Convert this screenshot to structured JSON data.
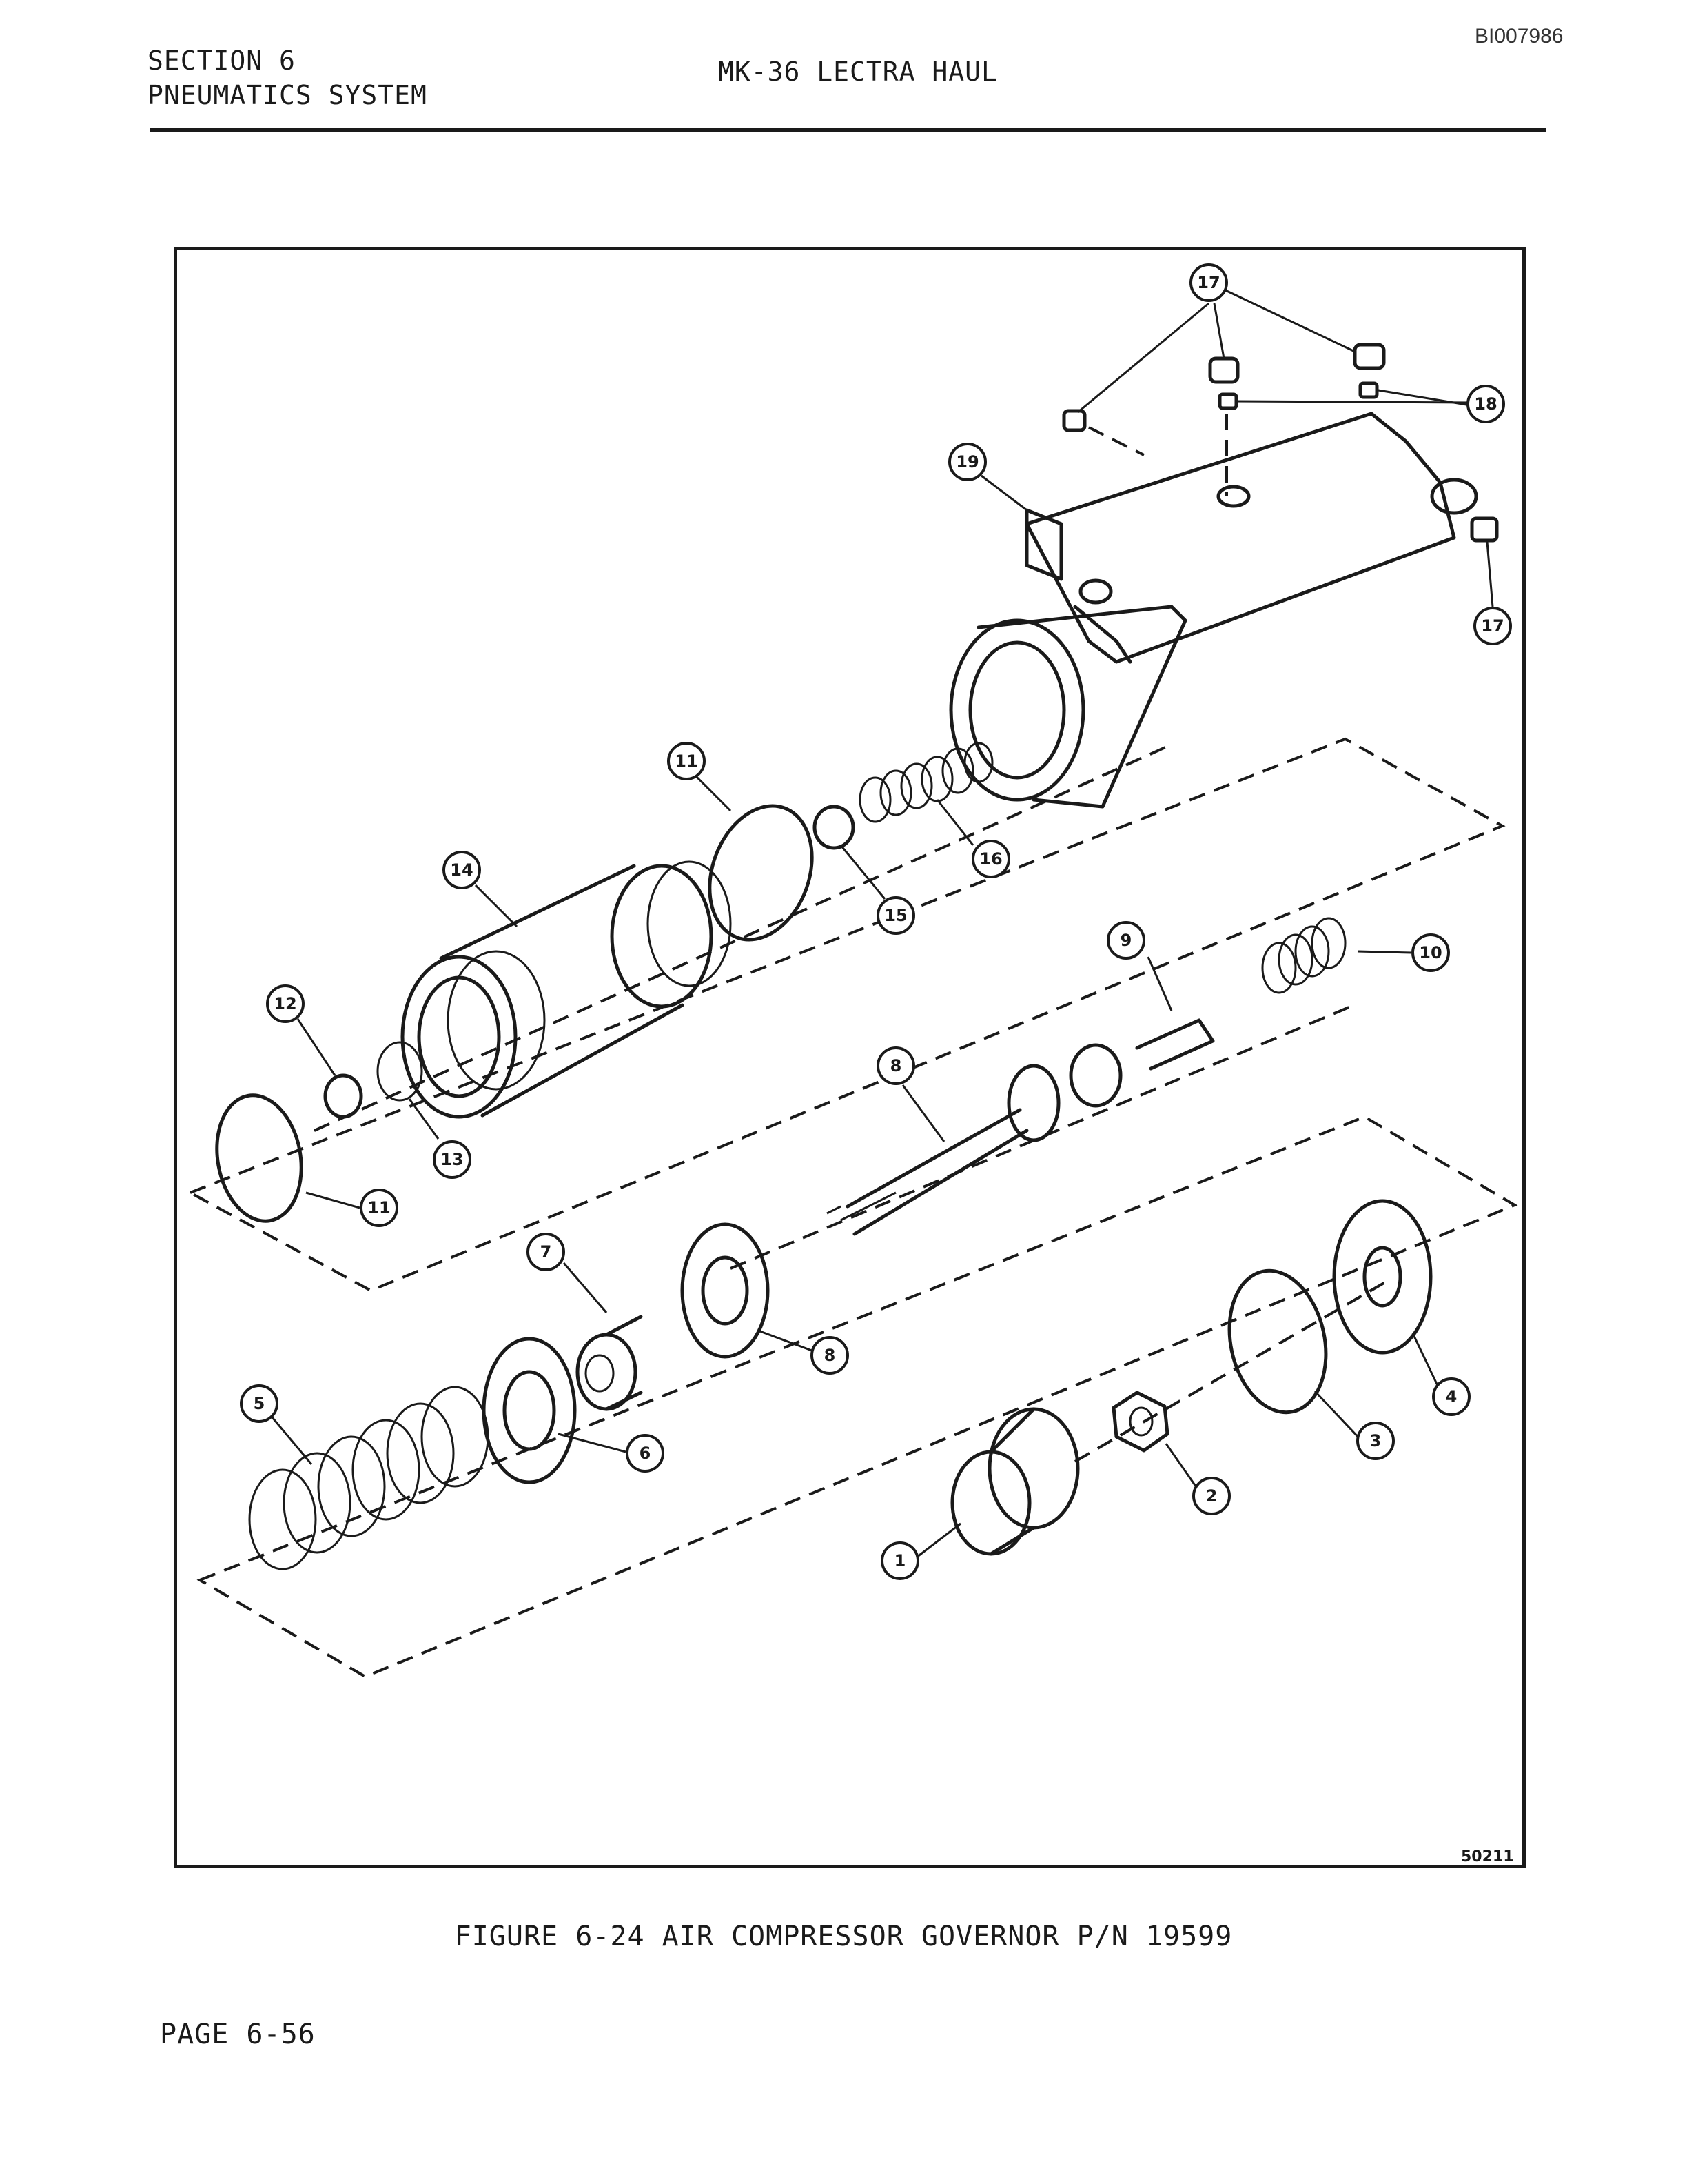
{
  "document": {
    "doc_id": "BI007986",
    "header_left_line1": "SECTION 6",
    "header_left_line2": "PNEUMATICS SYSTEM",
    "header_center": "MK-36 LECTRA HAUL",
    "figure_caption": "FIGURE 6-24 AIR COMPRESSOR GOVERNOR P/N 19599",
    "drawing_number": "50211",
    "page_number": "PAGE 6-56"
  },
  "callouts": [
    "1",
    "2",
    "3",
    "4",
    "5",
    "6",
    "7",
    "8",
    "9",
    "10",
    "11",
    "12",
    "13",
    "14",
    "15",
    "16",
    "17",
    "18",
    "19"
  ]
}
